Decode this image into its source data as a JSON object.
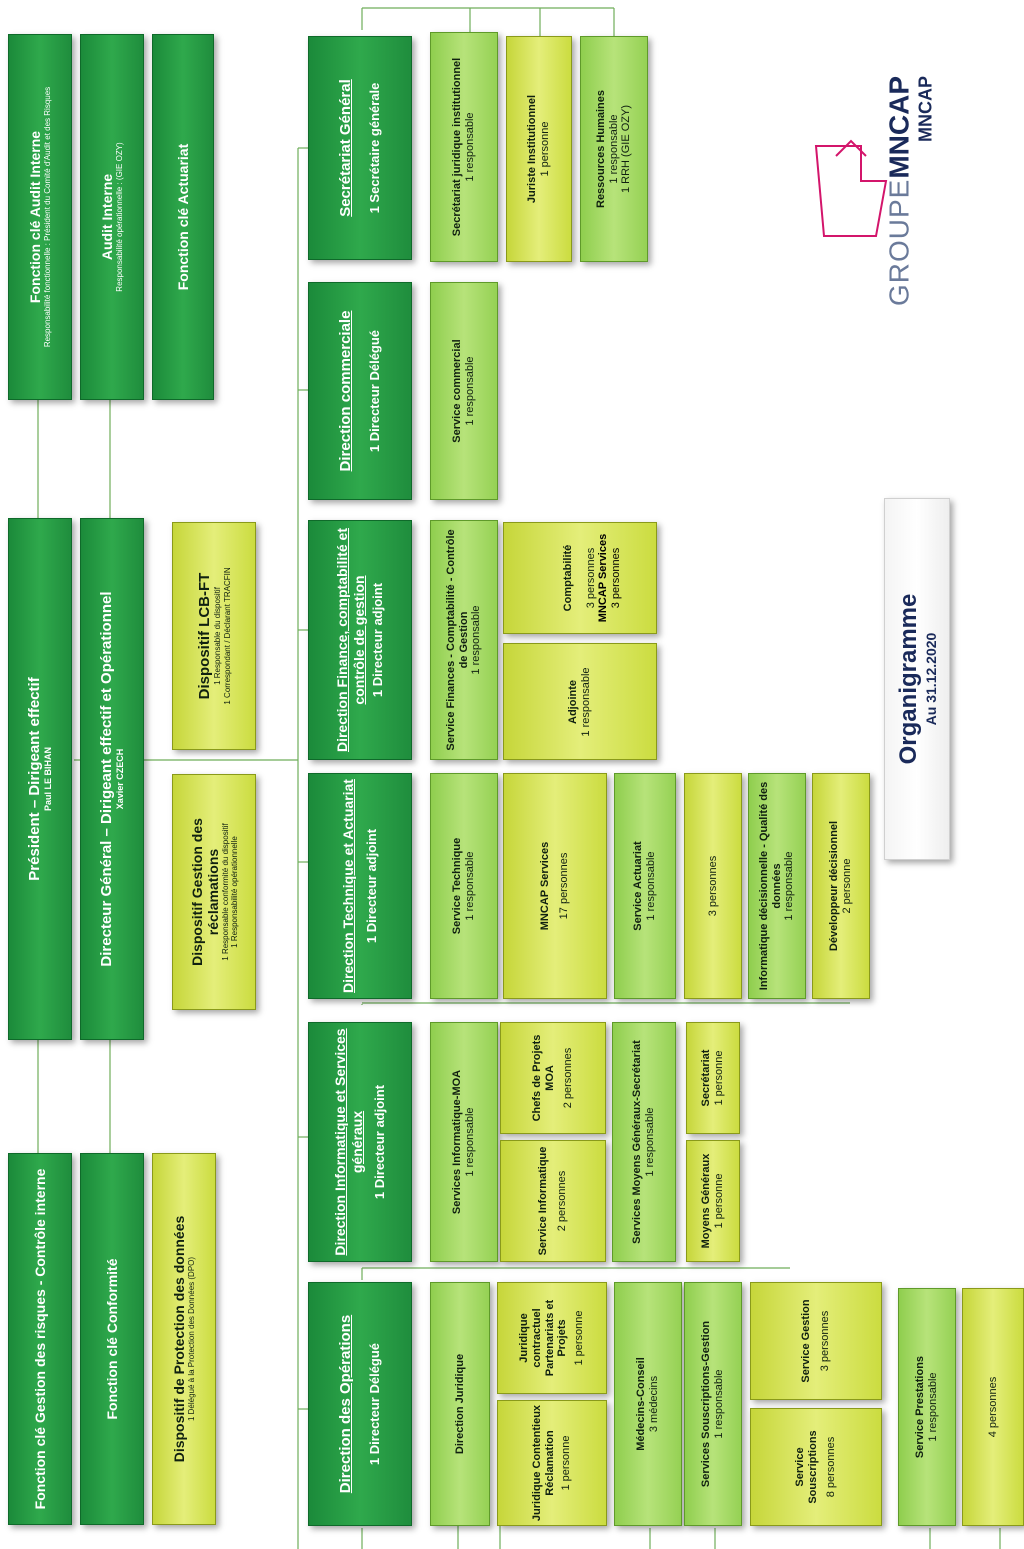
{
  "title": {
    "main": "Organigramme",
    "date": "Au 31.12.2020"
  },
  "logo": {
    "group": "GROUPE",
    "brand": "MNCAP",
    "sub": "MNCAP"
  },
  "top": {
    "president": {
      "title": "Président – Dirigeant effectif",
      "name": "Paul LE BIHAN"
    },
    "dg": {
      "title": "Directeur Général – Dirigeant effectif et Opérationnel",
      "name": "Xavier CZECH"
    },
    "audit_fn": {
      "title": "Fonction clé Audit Interne",
      "sub": "Responsabilité fonctionnelle : Président du Comité d'Audit et des Risques"
    },
    "audit_int": {
      "title": "Audit Interne",
      "sub": "Responsabilité opérationnelle : (GIE OZY)"
    },
    "actuariat_fn": {
      "title": "Fonction clé Actuariat"
    },
    "risques_fn": {
      "title": "Fonction clé Gestion des risques - Contrôle interne"
    },
    "conformite_fn": {
      "title": "Fonction clé Conformité"
    },
    "dpo": {
      "title": "Dispositif de Protection des données",
      "sub": "1 Délégué à la Protection des Données (DPO)"
    },
    "reclam": {
      "title": "Dispositif Gestion des réclamations",
      "sub1": "1 Responsable conformité du dispositif",
      "sub2": "1 Responsabilité opérationnelle"
    },
    "lcbft": {
      "title": "Dispositif LCB-FT",
      "sub1": "1 Responsable du dispositif",
      "sub2": "1 Correspondant / Déclarant TRACFIN"
    }
  },
  "directions": {
    "sg": {
      "title": "Secrétariat Général",
      "sub": "1 Secrétaire générale"
    },
    "com": {
      "title": "Direction commerciale",
      "sub": "1 Directeur Délégué"
    },
    "fin": {
      "title": "Direction Finance, comptabilité et contrôle de gestion",
      "sub": "1 Directeur adjoint"
    },
    "tech": {
      "title": "Direction Technique et Actuariat",
      "sub": "1 Directeur adjoint"
    },
    "info": {
      "title": "Direction Informatique et Services généraux",
      "sub": "1 Directeur adjoint"
    },
    "ops": {
      "title": "Direction des Opérations",
      "sub": "1 Directeur Délégué"
    }
  },
  "units": {
    "sg_jur": {
      "title": "Secrétariat juridique institutionnel",
      "sub": "1 responsable"
    },
    "sg_juriste": {
      "title": "Juriste Institutionnel",
      "sub": "1 personne"
    },
    "sg_rh": {
      "title": "Ressources Humaines",
      "sub1": "1 responsable",
      "sub2": "1 RRH (GIE OZY)"
    },
    "com_serv": {
      "title": "Service commercial",
      "sub": "1 responsable"
    },
    "fin_serv": {
      "title": "Service Finances - Comptabilité - Contrôle de Gestion",
      "sub": "1 responsable"
    },
    "fin_compta": {
      "title": "Comptabilité",
      "sub": "3 personnes"
    },
    "fin_mncap": {
      "title": "MNCAP Services",
      "sub": "3 personnes"
    },
    "fin_adj": {
      "title": "Adjointe",
      "sub": "1 responsable"
    },
    "tech_serv": {
      "title": "Service Technique",
      "sub": "1 responsable"
    },
    "tech_mncap": {
      "title": "MNCAP Services",
      "sub": "17 personnes"
    },
    "tech_act": {
      "title": "Service Actuariat",
      "sub": "1 responsable"
    },
    "tech_act_p": {
      "sub": "3 personnes"
    },
    "tech_bi": {
      "title": "Informatique décisionnelle - Qualité des données",
      "sub": "1 responsable"
    },
    "tech_dev": {
      "title": "Développeur décisionnel",
      "sub": "2 personne"
    },
    "info_moa": {
      "title": "Services Informatique-MOA",
      "sub": "1 responsable"
    },
    "info_chefs": {
      "title": "Chefs de Projets MOA",
      "sub": "2 personnes"
    },
    "info_si": {
      "title": "Service Informatique",
      "sub": "2 personnes"
    },
    "info_mg": {
      "title": "Services Moyens Généraux-Secrétariat",
      "sub": "1 responsable"
    },
    "info_secr": {
      "title": "Secrétariat",
      "sub": "1 personne"
    },
    "info_moy": {
      "title": "Moyens Généraux",
      "sub": "1 personne"
    },
    "ops_jur": {
      "title": "Direction Juridique"
    },
    "ops_jcp": {
      "title": "Juridique contractuel Partenariats et Projets",
      "sub": "1 personne"
    },
    "ops_jcr": {
      "title": "Juridique Contentieux Réclamation",
      "sub": "1 personne"
    },
    "ops_med": {
      "title": "Médecins-Conseil",
      "sub": "3 médecins"
    },
    "ops_sg": {
      "title": "Services Souscriptions-Gestion",
      "sub": "1 responsable"
    },
    "ops_gest": {
      "title": "Service Gestion",
      "sub": "3 personnes"
    },
    "ops_sousc": {
      "title": "Service Souscriptions",
      "sub": "8 personnes"
    },
    "ops_prest": {
      "title": "Service Prestations",
      "sub": "1 responsable"
    },
    "ops_prest_p": {
      "sub": "4 personnes"
    }
  }
}
